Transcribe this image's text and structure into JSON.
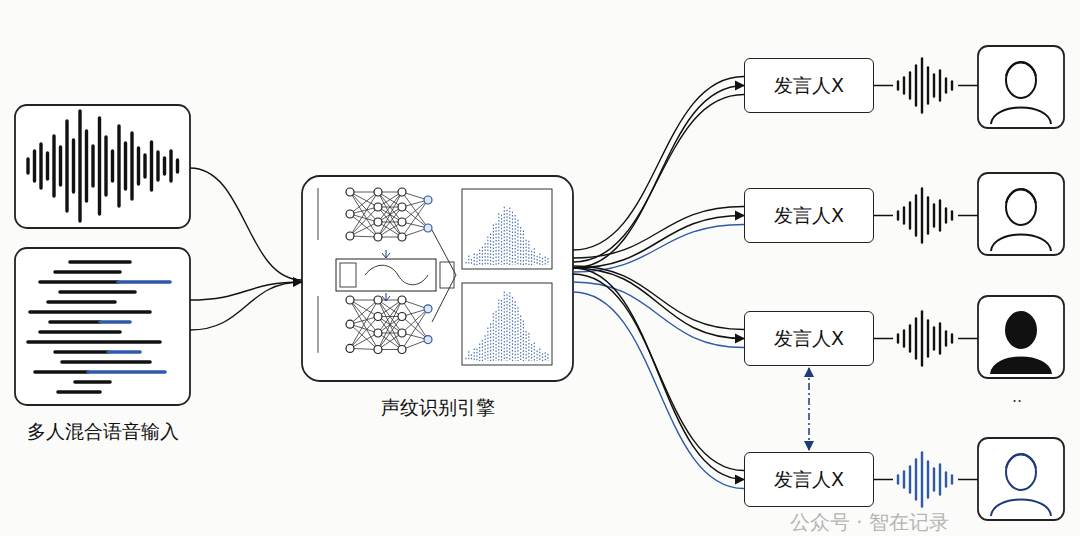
{
  "diagram": {
    "nodes": [
      {
        "text": [
          "多人混合语音输入"
        ]
      },
      {
        "text": [
          "声纹识别引擎"
        ]
      },
      {
        "text": [
          "发言人X"
        ]
      },
      {
        "text": [
          "发言人X"
        ]
      },
      {
        "text": [
          "发言人X"
        ]
      },
      {
        "text": [
          "发言人X"
        ]
      }
    ],
    "edges": [
      {
        "from": 0,
        "to": 1,
        "arrow": "to"
      },
      {
        "from": 1,
        "to": 2,
        "arrow": "to"
      },
      {
        "from": 1,
        "to": 3,
        "arrow": "to"
      },
      {
        "from": 1,
        "to": 4,
        "arrow": "to"
      },
      {
        "from": 1,
        "to": 5,
        "arrow": "to"
      },
      {
        "from": 4,
        "to": 5,
        "arrow": "both"
      }
    ],
    "labels": [
      "··",
      "公众号 · 智在记录"
    ]
  }
}
